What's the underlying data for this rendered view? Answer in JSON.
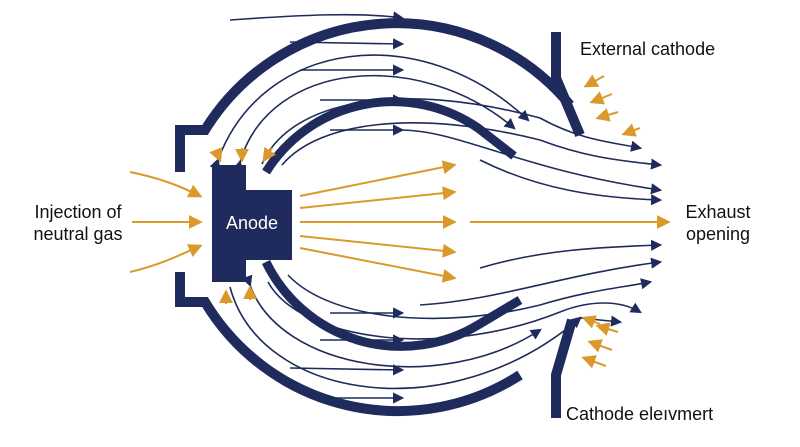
{
  "labels": {
    "injection_line1": "Injection of",
    "injection_line2": "neutral gas",
    "anode": "Anode",
    "external_cathode": "External cathode",
    "exhaust_line1": "Exhaust",
    "exhaust_line2": "opening",
    "cathode_element": "Cathode eleıvmert"
  },
  "colors": {
    "structure": "#1f2b5c",
    "gas_arrows": "#d99a2b",
    "background": "#ffffff"
  }
}
